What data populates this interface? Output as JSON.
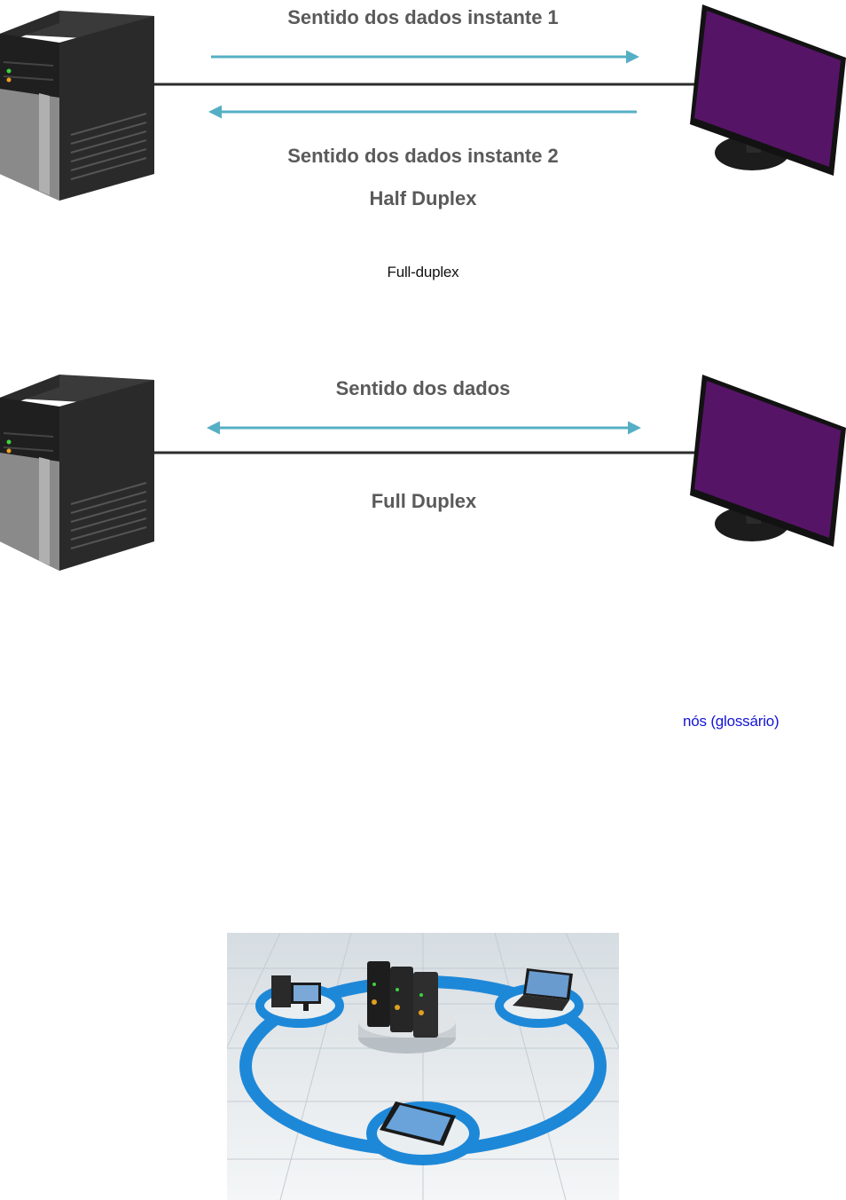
{
  "half_duplex": {
    "label_top": "Sentido dos dados instante 1",
    "label_bottom": "Sentido dos dados instante 2",
    "title": "Half Duplex"
  },
  "full_duplex_caption": "Full-duplex",
  "full_duplex": {
    "label_top": "Sentido dos dados",
    "title": "Full Duplex"
  },
  "glossary_link": "nós (glossário)",
  "colors": {
    "arrow": "#55afc4",
    "screen": "#561467",
    "label": "#5a5a5a",
    "link": "#1414d6",
    "ring": "#1e88d8"
  }
}
